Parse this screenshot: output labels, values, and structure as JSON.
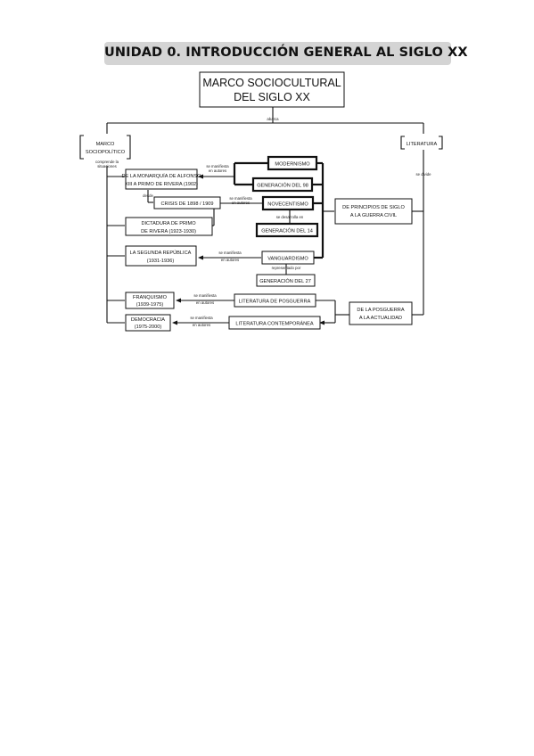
{
  "title": "UNIDAD 0. INTRODUCCIÓN GENERAL AL SIGLO XX",
  "nodes": {
    "root_line1": "MARCO SOCIOCULTURAL",
    "root_line2": "DEL SIGLO XX",
    "marco_line1": "MARCO",
    "marco_line2": "SOCIOPOLÍTICO",
    "literatura": "LITERATURA",
    "alfonso_line1": "DE LA MONARQUÍA DE ALFONSO",
    "alfonso_line2": "XIII A PRIMO DE RIVERA (1902)",
    "crisis": "CRISIS DE 1898 / 1909",
    "dictadura_line1": "DICTADURA DE PRIMO",
    "dictadura_line2": "DE RIVERA (1923-1930)",
    "segunda_line1": "LA SEGUNDA REPÚBLICA",
    "segunda_line2": "(1931-1936)",
    "franquismo_line1": "FRANQUISMO",
    "franquismo_line2": "(1939-1975)",
    "democracia_line1": "DEMOCRACIA",
    "democracia_line2": "(1975-2000)",
    "modernismo": "MODERNISMO",
    "generacion98": "GENERACIÓN DEL 98",
    "novecentismo": "NOVECENTISMO",
    "generacion14": "GENERACIÓN DEL 14",
    "vanguardismo": "VANGUARDISMO",
    "generacion27": "GENERACIÓN DEL 27",
    "principios_line1": "DE PRINCIPIOS DE SIGLO",
    "principios_line2": "A LA GUERRA CIVIL",
    "posguerra_line1": "DE LA POSGUERRA",
    "posguerra_line2": "A LA ACTUALIDAD",
    "lit_posguerra": "LITERATURA DE POSGUERRA",
    "lit_contemporanea": "LITERATURA CONTEMPORÁNEA"
  },
  "edge_labels": {
    "root_split": "abarca",
    "marco_split": "comprende la / situaciones",
    "to_alfonso": "se manifiesta / en autores",
    "alfonso_crisis": "desde",
    "novecentismo_edge": "se manifiesta / en autores",
    "segunda_edge": "se manifiesta / en autores",
    "gen14_edge": "se desarrolla en",
    "vanguardismo_edge": "representado por",
    "lit_edge": "se divide",
    "franquismo_edge": "se manifiesta / en autores",
    "democracia_edge": "se manifiesta / en autores"
  }
}
